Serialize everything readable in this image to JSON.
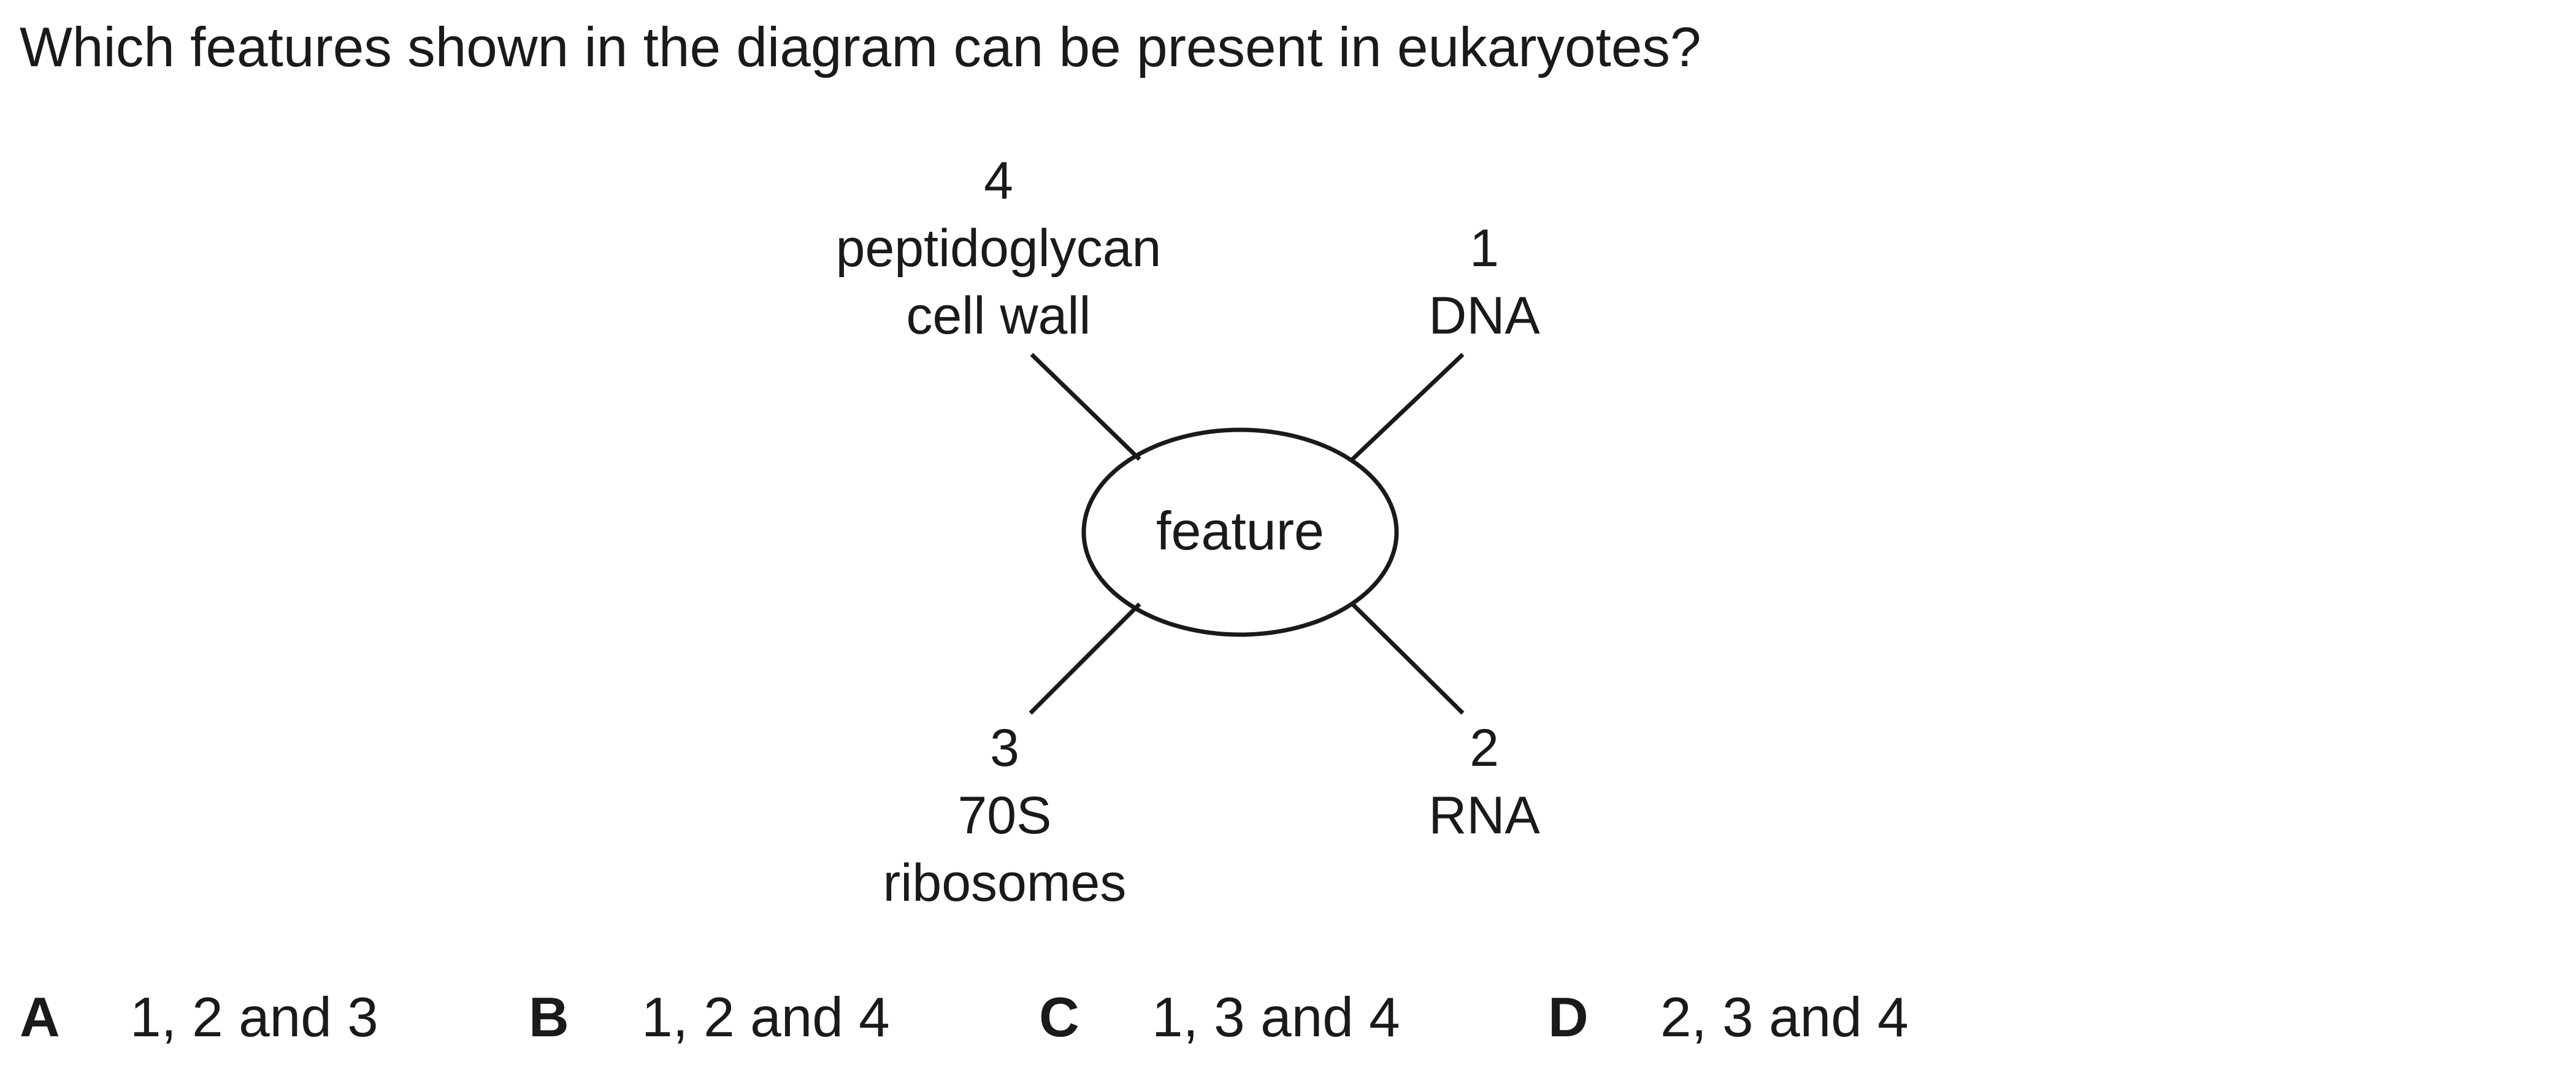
{
  "question": "Which features shown in the diagram can be present in eukaryotes?",
  "diagram": {
    "center": "feature",
    "features": [
      {
        "number": "4",
        "line1": "peptidoglycan",
        "line2": "cell wall"
      },
      {
        "number": "1",
        "line1": "DNA",
        "line2": ""
      },
      {
        "number": "3",
        "line1": "70S",
        "line2": "ribosomes"
      },
      {
        "number": "2",
        "line1": "RNA",
        "line2": ""
      }
    ]
  },
  "options": [
    {
      "letter": "A",
      "text": "1, 2 and 3"
    },
    {
      "letter": "B",
      "text": "1, 2 and 4"
    },
    {
      "letter": "C",
      "text": "1, 3 and 4"
    },
    {
      "letter": "D",
      "text": "2, 3 and 4"
    }
  ]
}
